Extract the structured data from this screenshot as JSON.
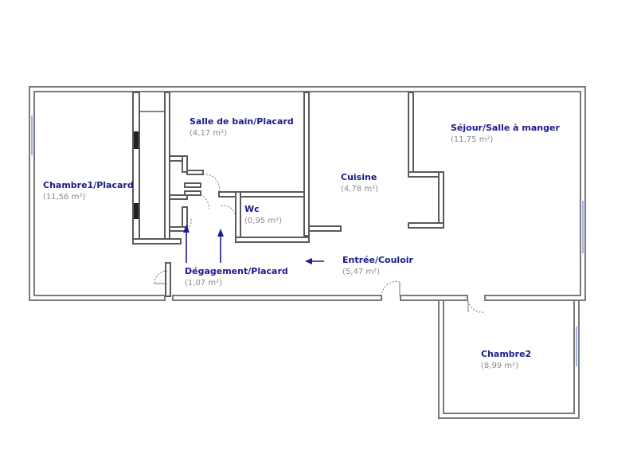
{
  "rooms": [
    {
      "name": "Salle de bain/Placard",
      "area": "(4,17 m²)"
    },
    {
      "name": "Séjour/Salle à manger",
      "area": "(11,75 m²)"
    },
    {
      "name": "Chambre1/Placard",
      "area": "(11,56 m²)"
    },
    {
      "name": "Cuisine",
      "area": "(4,78 m²)"
    },
    {
      "name": "Wc",
      "area": "(0,95 m²)"
    },
    {
      "name": "Entrée/Couloir",
      "area": "(5,47 m²)"
    },
    {
      "name": "Dégagement/Placard",
      "area": "(1,07 m²)"
    },
    {
      "name": "Chambre2",
      "area": "(8,99 m²)"
    }
  ],
  "colors": {
    "label": "#1a1a8c",
    "area": "#8a8a8a",
    "wall": "#5a5a5a",
    "window": "#6a7fd0"
  }
}
